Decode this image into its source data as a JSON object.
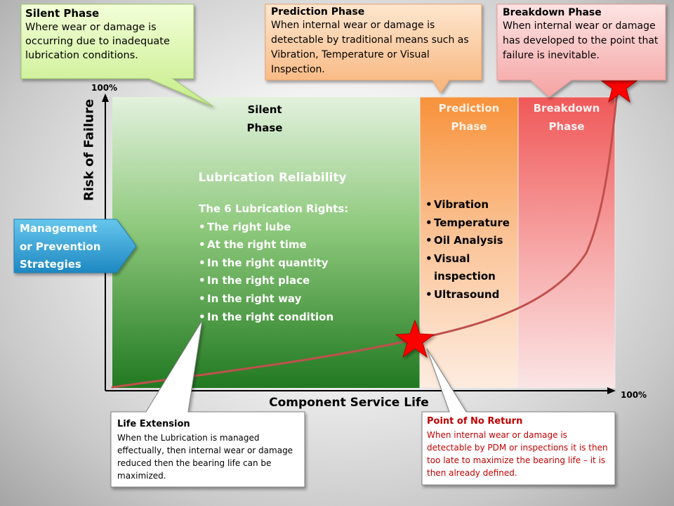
{
  "callouts": {
    "silent": {
      "title": "Silent Phase",
      "body": "Where wear or damage is occurring due to inadequate lubrication conditions."
    },
    "prediction": {
      "title": "Prediction Phase",
      "body": "When internal wear or damage is detectable by traditional means such as Vibration, Temperature or Visual Inspection."
    },
    "breakdown": {
      "title": "Breakdown Phase",
      "body": "When internal wear or damage has developed to the point that failure is inevitable."
    },
    "life_extension": {
      "title": "Life Extension",
      "body": "When the Lubrication is managed effectually, then internal wear or damage reduced then the bearing life can be maximized."
    },
    "point_of_no_return": {
      "title": "Point of No Return",
      "body": "When internal wear or damage is detectable by PDM or inspections it is then too late to maximize the bearing life – it is then already defined."
    }
  },
  "zones": {
    "silent": {
      "line1": "Silent",
      "line2": "Phase"
    },
    "prediction": {
      "line1": "Prediction",
      "line2": "Phase"
    },
    "breakdown": {
      "line1": "Breakdown",
      "line2": "Phase"
    }
  },
  "lubrication": {
    "heading": "Lubrication Reliability",
    "subheading": "The 6 Lubrication Rights:",
    "items": [
      "The right lube",
      "At the right time",
      "In the right quantity",
      "In the right place",
      "In the right way",
      "In the right condition"
    ]
  },
  "prediction_methods": [
    "Vibration",
    "Temperature",
    "Oil Analysis",
    "Visual",
    "inspection",
    "Ultrasound"
  ],
  "management": {
    "line1": "Management",
    "line2": "or Prevention",
    "line3": "Strategies"
  },
  "axes": {
    "y_label": "Risk of Failure",
    "y_max": "100%",
    "x_label": "Component Service Life",
    "x_max": "100%"
  },
  "colors": {
    "silent_top": "#e3f1de",
    "silent_bottom": "#217921",
    "prediction_top": "#f7923a",
    "prediction_bottom": "#fde9d9",
    "breakdown_top": "#f06060",
    "breakdown_bottom": "#fbe5e5",
    "curve": "#c0504d",
    "star": "#ff0000",
    "arrow": "#2f9fd4",
    "point_text": "#c00000"
  }
}
